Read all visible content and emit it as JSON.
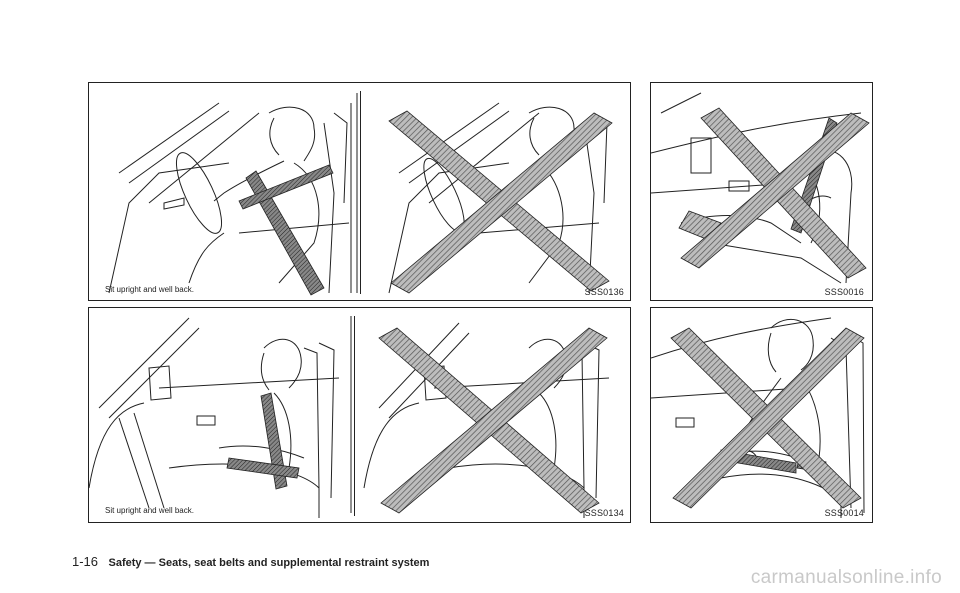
{
  "panels": {
    "top_left": {
      "caption_left": "Sit upright and well back.",
      "code": "SSS0136"
    },
    "top_right": {
      "code": "SSS0016"
    },
    "bottom_left": {
      "caption_left": "Sit upright and well back.",
      "code": "SSS0134"
    },
    "bottom_right": {
      "code": "SSS0014"
    }
  },
  "footer": {
    "page_number": "1-16",
    "section_title": "Safety — Seats, seat belts and supplemental restraint system"
  },
  "watermark": "carmanualsonline.info",
  "colors": {
    "line": "#222222",
    "x_mark_fill": "#9a9a9a",
    "belt_fill": "#555555",
    "watermark": "#c9c9c9"
  }
}
